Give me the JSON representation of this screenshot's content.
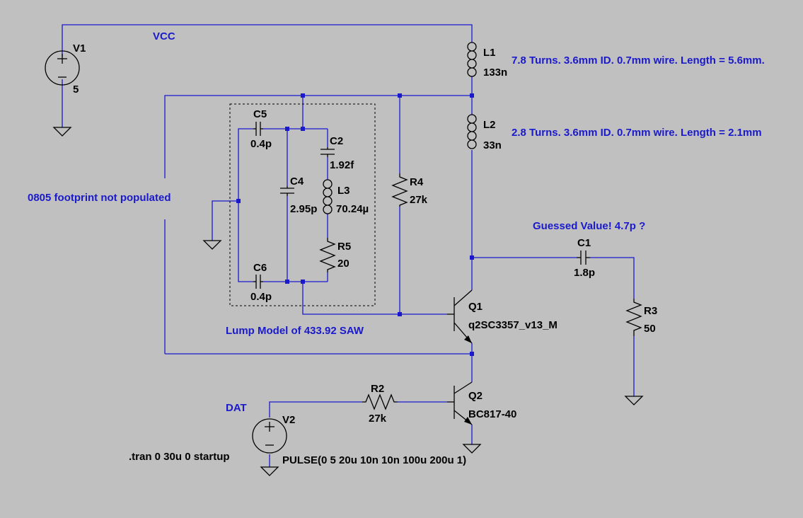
{
  "labels": {
    "vcc": "VCC",
    "dat": "DAT",
    "footprint_note": "0805 footprint not populated",
    "guessed_note": "Guessed Value! 4.7p ?",
    "lump_model": "Lump Model of 433.92 SAW",
    "l1_note": "7.8 Turns. 3.6mm ID. 0.7mm wire. Length = 5.6mm.",
    "l2_note": "2.8 Turns. 3.6mm ID. 0.7mm wire. Length = 2.1mm",
    "tran": ".tran 0 30u 0 startup"
  },
  "components": {
    "v1": {
      "name": "V1",
      "value": "5"
    },
    "v2": {
      "name": "V2",
      "value": "PULSE(0 5 20u 10n 10n 100u 200u 1)"
    },
    "l1": {
      "name": "L1",
      "value": "133n"
    },
    "l2": {
      "name": "L2",
      "value": "33n"
    },
    "l3": {
      "name": "L3",
      "value": "70.24µ"
    },
    "c1": {
      "name": "C1",
      "value": "1.8p"
    },
    "c2": {
      "name": "C2",
      "value": "1.92f"
    },
    "c4": {
      "name": "C4",
      "value": "2.95p"
    },
    "c5": {
      "name": "C5",
      "value": "0.4p"
    },
    "c6": {
      "name": "C6",
      "value": "0.4p"
    },
    "r2": {
      "name": "R2",
      "value": "27k"
    },
    "r3": {
      "name": "R3",
      "value": "50"
    },
    "r4": {
      "name": "R4",
      "value": "27k"
    },
    "r5": {
      "name": "R5",
      "value": "20"
    },
    "q1": {
      "name": "Q1",
      "value": "q2SC3357_v13_M"
    },
    "q2": {
      "name": "Q2",
      "value": "BC817-40"
    }
  },
  "colors": {
    "wire": "#1a1acc",
    "background": "#c0c0c0",
    "part": "#000000"
  }
}
